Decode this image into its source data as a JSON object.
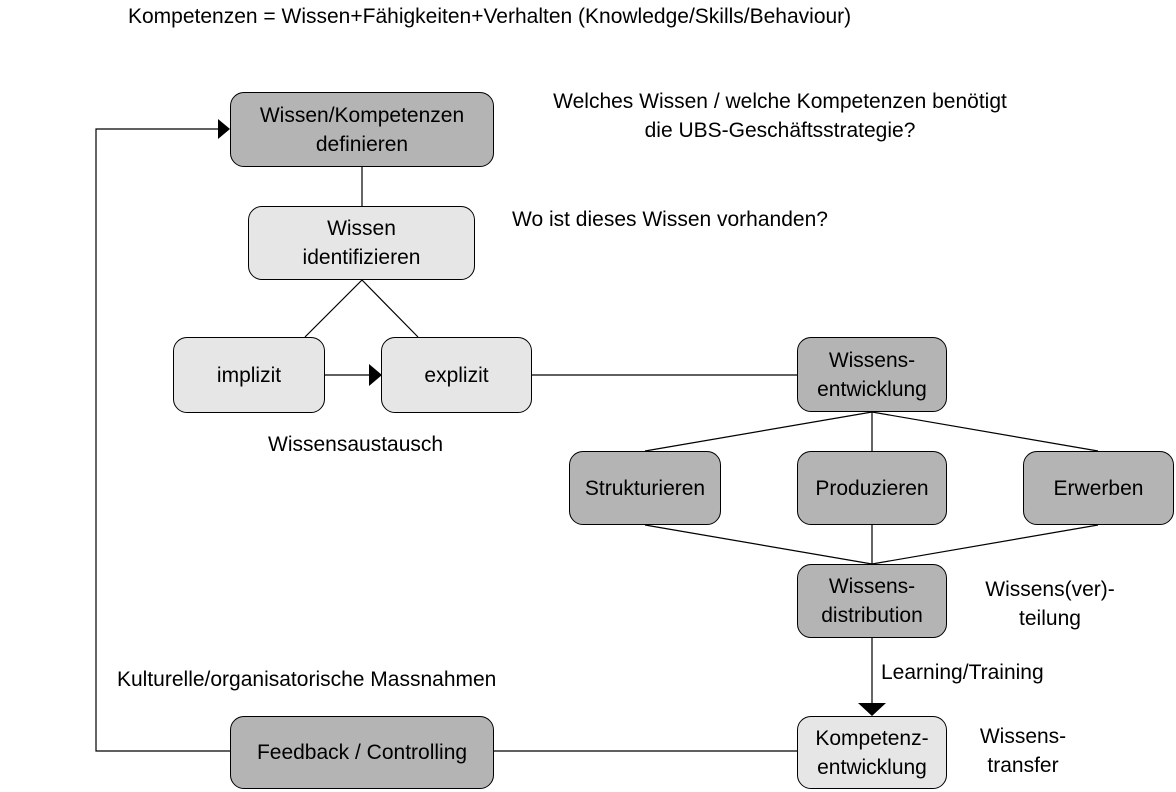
{
  "title": "Kompetenzen = Wissen+Fähigkeiten+Verhalten (Knowledge/Skills/Behaviour)",
  "nodes": {
    "define": "Wissen/Kompetenzen\ndefinieren",
    "identify": "Wissen\nidentifizieren",
    "implicit": "implizit",
    "explicit": "explizit",
    "development": "Wissens-\nentwicklung",
    "structure": "Strukturieren",
    "produce": "Produzieren",
    "acquire": "Erwerben",
    "distribution": "Wissens-\ndistribution",
    "competence": "Kompetenz-\nentwicklung",
    "feedback": "Feedback / Controlling"
  },
  "annotations": {
    "question_strategy": "Welches Wissen / welche Kompetenzen benötigt\ndie UBS-Geschäftsstrategie?",
    "question_location": "Wo ist dieses Wissen vorhanden?",
    "exchange": "Wissensaustausch",
    "distribution_note": "Wissens(ver)-\nteilung",
    "learning": "Learning/Training",
    "measures": "Kulturelle/organisatorische Massnahmen",
    "transfer": "Wissens-\ntransfer"
  },
  "colors": {
    "dark_box": "#b4b4b4",
    "light_box": "#e6e6e6",
    "line": "#000000"
  }
}
